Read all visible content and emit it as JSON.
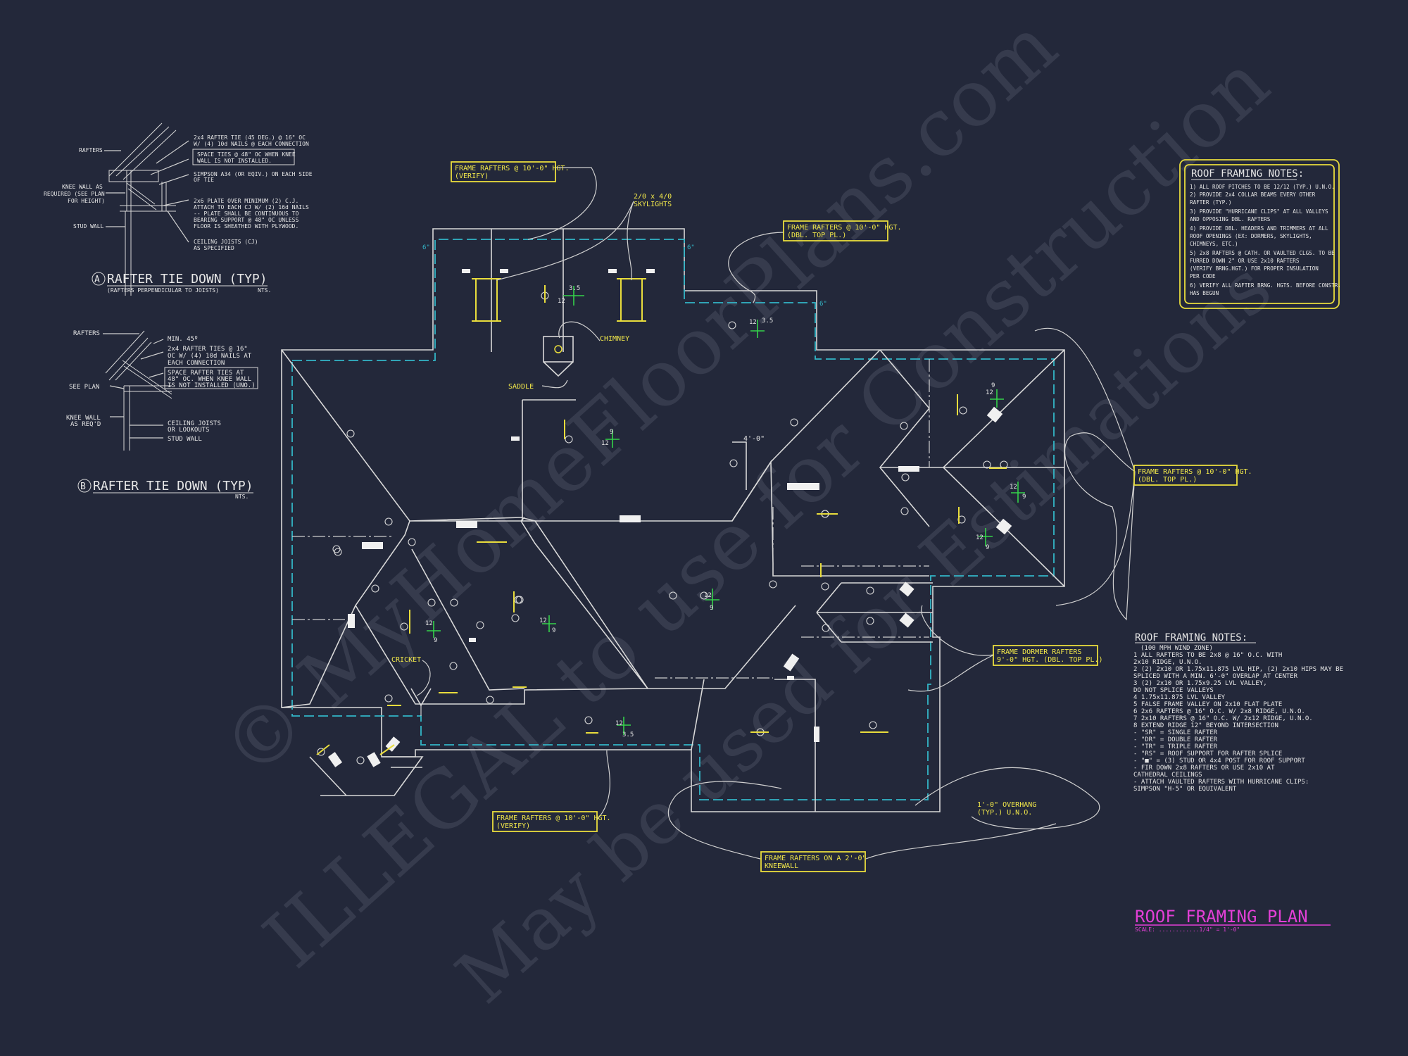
{
  "detail_a": {
    "title": "RAFTER TIE DOWN (TYP)",
    "subtitle": "(RAFTERS PERPENDICULAR TO JOISTS)",
    "nts": "NTS.",
    "tag": "A",
    "labels": {
      "rafters": "RAFTERS",
      "knee_wall": [
        "KNEE WALL AS",
        "REQUIRED (SEE PLAN",
        "FOR HEIGHT)"
      ],
      "stud_wall": "STUD WALL",
      "rafter_tie": [
        "2x4 RAFTER TIE (45 DEG.) @ 16\" OC",
        "W/ (4) 10d NAILS @ EACH CONNECTION"
      ],
      "space_ties": [
        "SPACE TIES @ 48\" OC WHEN KNEE",
        "WALL IS NOT INSTALLED."
      ],
      "simpson": [
        "SIMPSON A34 (OR EQIV.) ON EACH SIDE",
        "OF TIE"
      ],
      "plate": [
        "2x6 PLATE OVER MINIMUM (2) C.J.",
        "ATTACH TO EACH CJ W/ (2) 16d NAILS",
        "-- PLATE SHALL BE CONTINUOUS TO",
        "BEARING SUPPORT @ 48\" OC UNLESS",
        "FLOOR IS SHEATHED WITH PLYWOOD."
      ],
      "ceiling_joists": [
        "CEILING JOISTS (CJ)",
        "AS SPECIFIED"
      ]
    }
  },
  "detail_b": {
    "title": "RAFTER TIE DOWN (TYP)",
    "nts": "NTS.",
    "tag": "B",
    "labels": {
      "rafters": "RAFTERS",
      "min45": "MIN. 45º",
      "ties": [
        "2x4 RAFTER TIES @ 16\"",
        "OC W/ (4) 10d NAILS AT",
        "EACH CONNECTION"
      ],
      "space": [
        "SPACE RAFTER TIES AT",
        "48\" OC. WHEN KNEE WALL",
        "IS NOT INSTALLED (UNO.)"
      ],
      "see_plan": "SEE PLAN",
      "knee_wall": [
        "KNEE WALL",
        "AS REQ'D"
      ],
      "ceiling": [
        "CEILING JOISTS",
        "OR LOOKOUTS"
      ],
      "stud_wall": "STUD WALL"
    }
  },
  "callouts": {
    "frame_top_left": [
      "FRAME RAFTERS @ 10'-0\" HGT.",
      "(VERIFY)"
    ],
    "skylights": [
      "2/0 x 4/0",
      "SKYLIGHTS"
    ],
    "frame_top_mid": [
      "FRAME RAFTERS @ 10'-0\" HGT.",
      "(DBL. TOP PL.)"
    ],
    "frame_right": [
      "FRAME RAFTERS @ 10'-0\" HGT.",
      "(DBL. TOP PL.)"
    ],
    "chimney": "CHIMNEY",
    "saddle": "SADDLE",
    "cricket": "CRICKET",
    "dormer": [
      "FRAME DORMER RAFTERS",
      "9'-0\" HGT. (DBL. TOP PL.)"
    ],
    "frame_bottom_left": [
      "FRAME RAFTERS @ 10'-0\" HGT.",
      "(VERIFY)"
    ],
    "kneewall": [
      "FRAME RAFTERS ON A 2'-0\"",
      "KNEEWALL"
    ],
    "overhang": [
      "1'-0\" OVERHANG",
      "(TYP.) U.N.O."
    ],
    "dim_4_0": "4'-0\"",
    "dim_6": "6\""
  },
  "notes_box": {
    "title": "ROOF FRAMING NOTES:",
    "items": [
      "1) ALL ROOF PITCHES TO BE 12/12 (TYP.) U.N.O.",
      "2) PROVIDE 2x4 COLLAR BEAMS EVERY OTHER",
      "   RAFTER (TYP.)",
      "3) PROVIDE \"HURRICANE CLIPS\" AT ALL VALLEYS",
      "   AND OPPOSING DBL. RAFTERS",
      "4) PROVIDE DBL. HEADERS AND TRIMMERS AT ALL",
      "   ROOF OPENINGS (EX: DORMERS, SKYLIGHTS,",
      "   CHIMNEYS, ETC.)",
      "5) 2x8 RAFTERS @ CATH. OR VAULTED CLGS. TO BE",
      "   FURRED DOWN 2\" OR USE 2x10 RAFTERS",
      "   (VERIFY BRNG.HGT.) FOR PROPER INSULATION",
      "   PER CODE",
      "6) VERIFY ALL RAFTER BRNG. HGTS. BEFORE CONSTR.",
      "   HAS BEGUN"
    ]
  },
  "legend": {
    "title": "ROOF FRAMING NOTES:",
    "items": [
      "(100 MPH WIND ZONE)",
      "1  ALL RAFTERS TO BE 2x8 @ 16\" O.C. WITH",
      "   2x10 RIDGE, U.N.O.",
      "2  (2) 2x10 OR 1.75x11.875 LVL HIP, (2) 2x10 HIPS MAY BE",
      "   SPLICED WITH A MIN. 6'-0\" OVERLAP AT CENTER",
      "3  (2) 2x10 OR 1.75x9.25 LVL VALLEY,",
      "   DO NOT SPLICE VALLEYS",
      "4  1.75x11.875 LVL VALLEY",
      "5  FALSE FRAME VALLEY ON 2x10 FLAT PLATE",
      "6  2x6 RAFTERS @ 16\" O.C. W/ 2x8 RIDGE, U.N.O.",
      "7  2x10 RAFTERS @ 16\" O.C. W/ 2x12 RIDGE, U.N.O.",
      "8  EXTEND RIDGE 12\" BEYOND INTERSECTION",
      "-  \"SR\" = SINGLE RAFTER",
      "-  \"DR\" = DOUBLE RAFTER",
      "-  \"TR\" = TRIPLE RAFTER",
      "-  \"RS\" = ROOF SUPPORT FOR RAFTER SPLICE",
      "-  \"■\" = (3) STUD OR 4x4 POST FOR ROOF SUPPORT",
      "-  FIR DOWN 2x8 RAFTERS OR USE 2x10 AT",
      "   CATHEDRAL CEILINGS",
      "-  ATTACH VAULTED RAFTERS WITH HURRICANE CLIPS:",
      "   SIMPSON \"H-5\" OR EQUIVALENT"
    ]
  },
  "plan_title": "ROOF FRAMING PLAN",
  "scale": "SCALE: ............1/4\" = 1'-0\"",
  "pitch": {
    "rise": "12",
    "run9": "9",
    "run35": "3.5"
  },
  "watermark": [
    "© MyHomeFloorPlans.com",
    "ILLEGAL to use for Construction",
    "May be used for Estimations"
  ],
  "colors": {
    "background": "#23283a",
    "line": "#d8d8d8",
    "dash": "#33b6c7",
    "note": "#f2e84a",
    "title": "#e23fd6",
    "pitch": "#34d34a"
  }
}
